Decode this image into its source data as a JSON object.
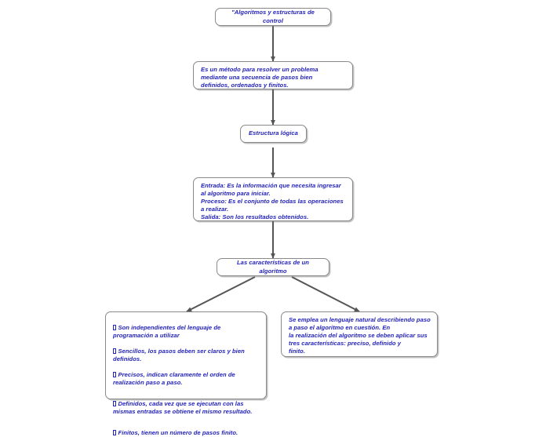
{
  "diagram": {
    "title": "\"Algoritmos y estructuras de control",
    "background_color": "#ffffff",
    "text_color": "#2222bb",
    "border_color": "#8a8a8a",
    "connector_color": "#555555",
    "bullet_glyph": "missing-glyph-box",
    "nodes": {
      "root": {
        "label": "\"Algoritmos y estructuras de control"
      },
      "definition": {
        "line1": "Es un método para resolver un problema mediante una secuencia de pasos bien",
        "line2": "definidos, ordenados y finitos."
      },
      "estructura": {
        "label": "Estructura lógica"
      },
      "partes": {
        "entrada": "Entrada: Es la información que necesita ingresar al algoritmo para iniciar.",
        "proceso": "Proceso: Es el conjunto de todas las operaciones a realizar.",
        "salida": "Salida: Son los resultados obtenidos."
      },
      "caracteristicas": {
        "label": "Las características de un algoritmo"
      },
      "lista_caracteristicas": {
        "items": [
          "Son independientes del lenguaje de programación a utilizar",
          "Sencillos, los pasos deben ser claros y bien definidos.",
          "Precisos, indican claramente el orden de realización paso a paso.",
          "Definidos, cada vez que se ejecutan con las mismas entradas se obtiene el mismo resultado.",
          "Finitos, tienen un número de pasos finito."
        ]
      },
      "lenguaje_natural": {
        "line1": "Se emplea un lenguaje natural describiendo paso a paso el algoritmo en cuestión. En",
        "line2": "la realización del algoritmo se deben aplicar sus tres características: preciso, definido y",
        "line3": "finito."
      }
    },
    "connectors": [
      {
        "name": "root-to-definition",
        "from": "root",
        "to": "definition"
      },
      {
        "name": "definition-to-estructura",
        "from": "definition",
        "to": "estructura"
      },
      {
        "name": "estructura-to-partes",
        "from": "estructura",
        "to": "partes"
      },
      {
        "name": "partes-to-caracteristicas",
        "from": "partes",
        "to": "caracteristicas"
      },
      {
        "name": "caracteristicas-to-lista",
        "from": "caracteristicas",
        "to": "lista_caracteristicas"
      },
      {
        "name": "caracteristicas-to-lenguaje",
        "from": "caracteristicas",
        "to": "lenguaje_natural"
      }
    ]
  }
}
